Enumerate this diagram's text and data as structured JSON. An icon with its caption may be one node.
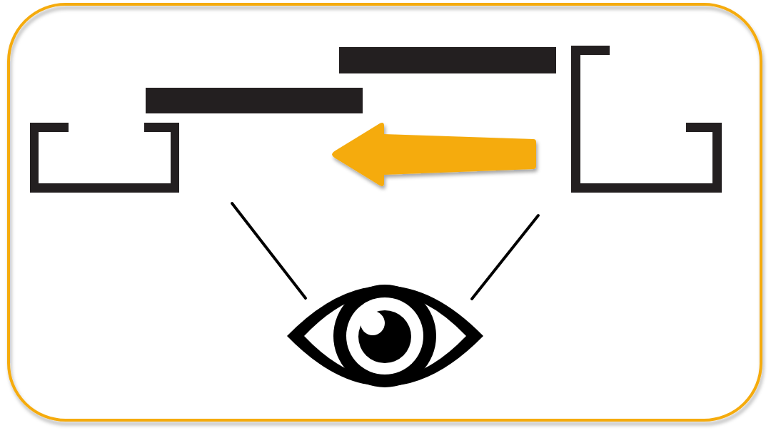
{
  "diagram": {
    "nodes": [
      {
        "text": [],
        "shape": "bar"
      },
      {
        "text": [],
        "shape": "bracket"
      },
      {
        "text": [],
        "shape": "bar"
      },
      {
        "text": [],
        "shape": "bracket"
      }
    ]
  }
}
